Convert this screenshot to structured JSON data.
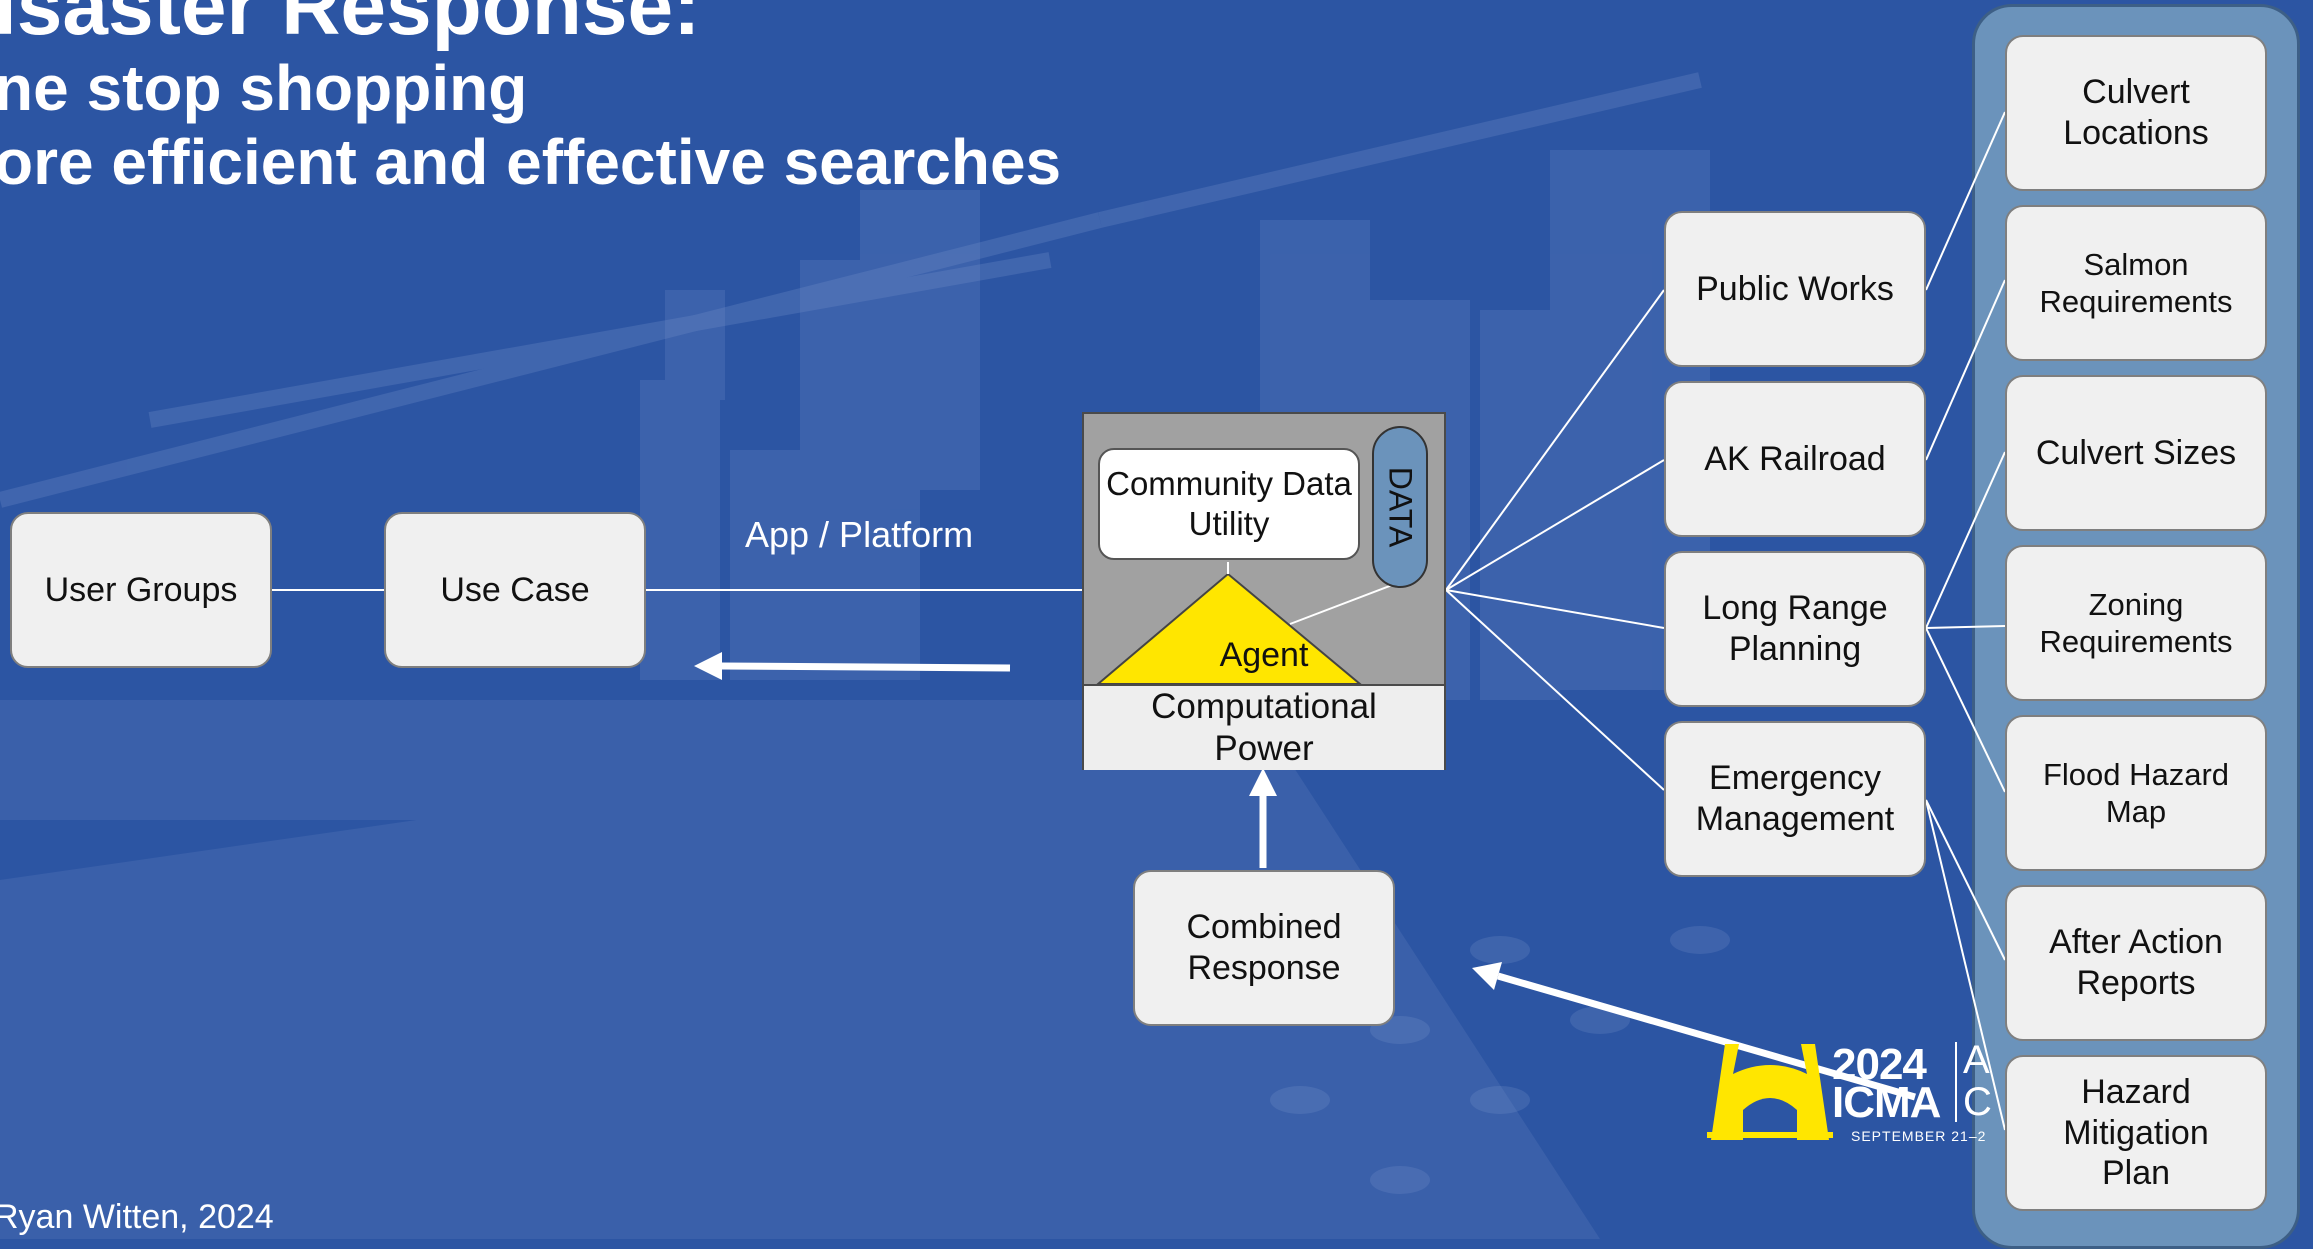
{
  "title": {
    "line1": "isaster Response:",
    "line2": "ne stop shopping",
    "line3": "ore efficient and effective searches"
  },
  "flow": {
    "user_groups": "User Groups",
    "use_case": "Use Case",
    "platform_label": "App / Platform",
    "combined_response": "Combined Response"
  },
  "core": {
    "community_data_utility": "Community Data Utility",
    "data_label": "DATA",
    "agent": "Agent",
    "computational_power": "Computational Power"
  },
  "departments": [
    "Public Works",
    "AK Railroad",
    "Long Range Planning",
    "Emergency Management"
  ],
  "datasets": [
    "Culvert Locations",
    "Salmon Requirements",
    "Culvert Sizes",
    "Zoning Requirements",
    "Flood Hazard Map",
    "After Action Reports",
    "Hazard Mitigation Plan"
  ],
  "credit": "Ryan Witten, 2024",
  "logo": {
    "year": "2024",
    "org": "ICMA",
    "date": "SEPTEMBER 21–2",
    "a": "A",
    "c": "C"
  },
  "colors": {
    "background": "#2c55a3",
    "agent_fill": "#ffe600",
    "data_pill": "#6b93bb",
    "panel": "#6b93bb"
  }
}
